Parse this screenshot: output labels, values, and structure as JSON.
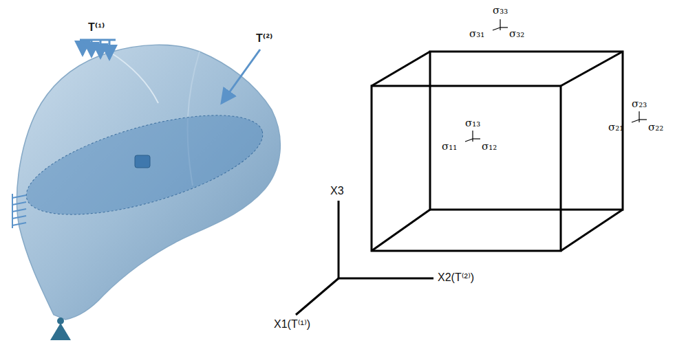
{
  "diagram": {
    "labels": [
      "T⁽¹⁾",
      "T⁽²⁾",
      "σ₃₃",
      "σ₃₁",
      "σ₃₂",
      "σ₁₃",
      "σ₁₁",
      "σ₁₂",
      "σ₂₃",
      "σ₂₁",
      "σ₂₂",
      "X3",
      "X2(T⁽²⁾)",
      "X1(T⁽¹⁾)"
    ]
  }
}
